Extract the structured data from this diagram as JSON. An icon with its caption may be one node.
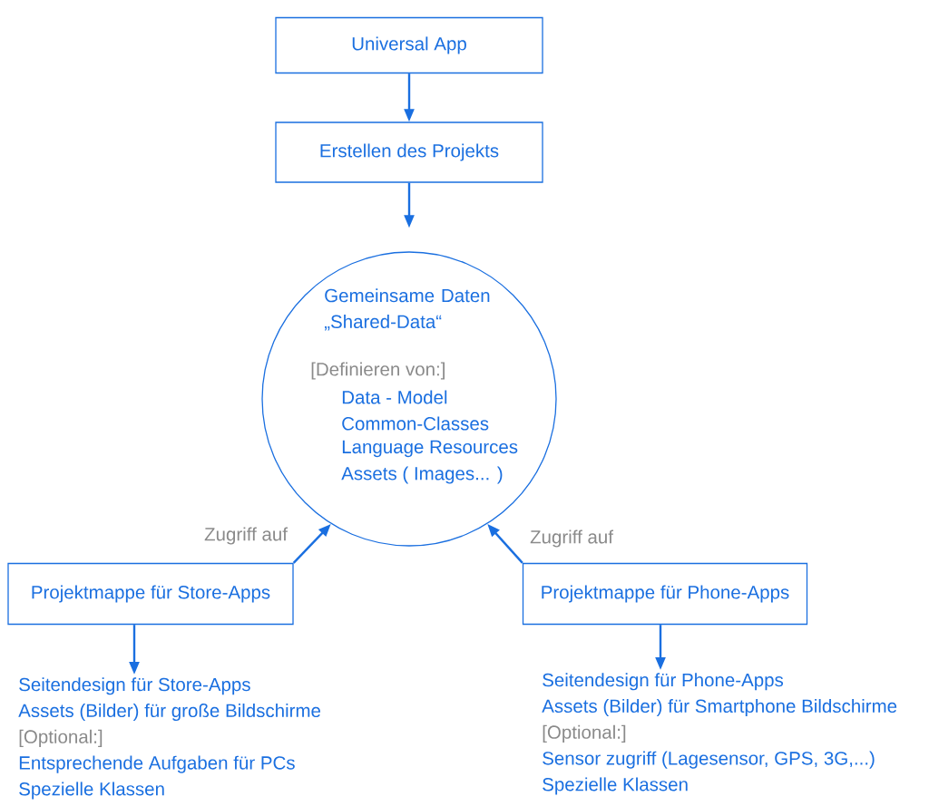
{
  "diagram": {
    "nodes": [
      {
        "text": [
          "Universal App"
        ]
      },
      {
        "text": [
          "Erstellen des Projekts"
        ]
      },
      {
        "text": [
          "Gemeinsame Daten „Shared-Data“",
          "[Definieren von:]",
          "Data - Model",
          "Common-Classes",
          "Language Resources",
          "Assets ( Images... )"
        ]
      },
      {
        "text": [
          "Projektmappe für Store-Apps"
        ]
      },
      {
        "text": [
          "Projektmappe für Phone-Apps"
        ]
      },
      {
        "text": [
          "Seitendesign für Store-Apps",
          "Assets (Bilder) für große Bildschirme",
          "[Optional:]",
          "Entsprechende Aufgaben für PCs",
          "Spezielle Klassen"
        ]
      },
      {
        "text": [
          "Seitendesign für Phone-Apps",
          "Assets (Bilder) für Smartphone Bildschirme",
          "[Optional:]",
          "Sensor zugriff (Lagesensor, GPS, 3G,...)",
          "Spezielle Klassen"
        ]
      }
    ],
    "edges": [
      {
        "from": 0,
        "to": 1,
        "arrow": "to"
      },
      {
        "from": 1,
        "to": 2,
        "arrow": "to"
      },
      {
        "from": 3,
        "to": 2,
        "arrow": "to",
        "label": "Zugriff auf"
      },
      {
        "from": 4,
        "to": 2,
        "arrow": "to",
        "label": "Zugriff auf"
      },
      {
        "from": 3,
        "to": 5,
        "arrow": "to"
      },
      {
        "from": 4,
        "to": 6,
        "arrow": "to"
      }
    ]
  }
}
